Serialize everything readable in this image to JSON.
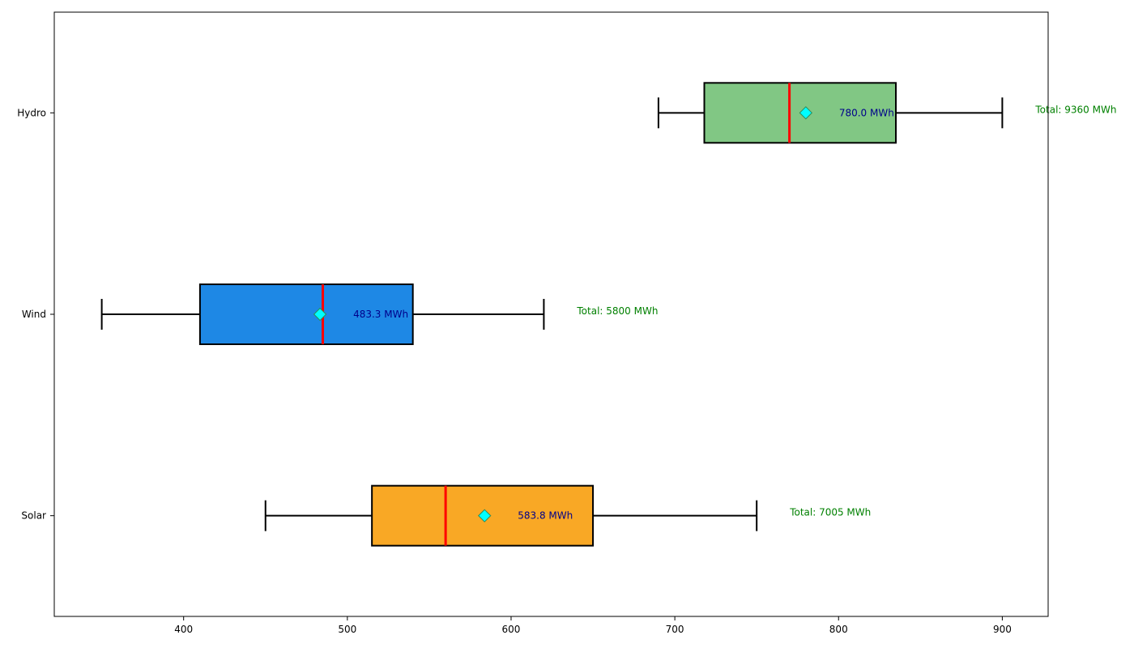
{
  "chart_data": {
    "type": "boxplot",
    "orientation": "horizontal",
    "xlim": [
      321,
      928
    ],
    "x_ticks": [
      400,
      500,
      600,
      700,
      800,
      900
    ],
    "grid": false,
    "categories": [
      "Solar",
      "Wind",
      "Hydro"
    ],
    "series": [
      {
        "category": "Solar",
        "whisker_low": 450,
        "q1": 515,
        "median": 560,
        "q3": 650,
        "whisker_high": 750,
        "mean": 583.8,
        "mean_label": "583.8 MWh",
        "total_label": "Total: 7005 MWh",
        "color": "#f9a825"
      },
      {
        "category": "Wind",
        "whisker_low": 350,
        "q1": 410,
        "median": 485,
        "q3": 540,
        "whisker_high": 620,
        "mean": 483.3,
        "mean_label": "483.3 MWh",
        "total_label": "Total: 5800 MWh",
        "color": "#1e88e5"
      },
      {
        "category": "Hydro",
        "whisker_low": 690,
        "q1": 718,
        "median": 770,
        "q3": 835,
        "whisker_high": 900,
        "mean": 780.0,
        "mean_label": "780.0 MWh",
        "total_label": "Total: 9360 MWh",
        "color": "#81c784"
      }
    ],
    "colors": {
      "median": "#ff0000",
      "mean_marker": "#00ffff",
      "mean_text": "#00008b",
      "total_text": "#008000",
      "edge": "#000000"
    }
  }
}
